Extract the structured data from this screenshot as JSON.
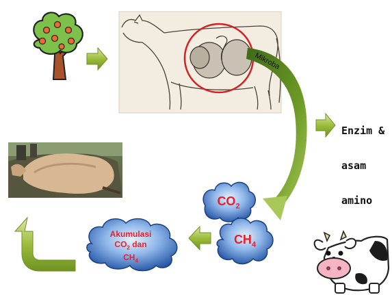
{
  "labels": {
    "mikroba": "Mikroba",
    "enzim_line1": "Enzim &",
    "enzim_line2": "asam",
    "enzim_line3": "amino",
    "co2_base": "CO",
    "co2_sub": "2",
    "ch4_base": "CH",
    "ch4_sub": "4",
    "akumulasi_line1": "Akumulasi",
    "akumulasi_co": "CO",
    "akumulasi_co_sub": "2",
    "akumulasi_dan": "dan",
    "akumulasi_ch": "CH",
    "akumulasi_ch_sub": "4"
  },
  "colors": {
    "arrow_green": "#7fa12a",
    "arrow_light": "#c9dc7c",
    "cloud_blue": "#1f56a8",
    "cloud_light": "#6f9fe0",
    "highlight_red": "#d32024",
    "label_red": "#e8202a"
  }
}
